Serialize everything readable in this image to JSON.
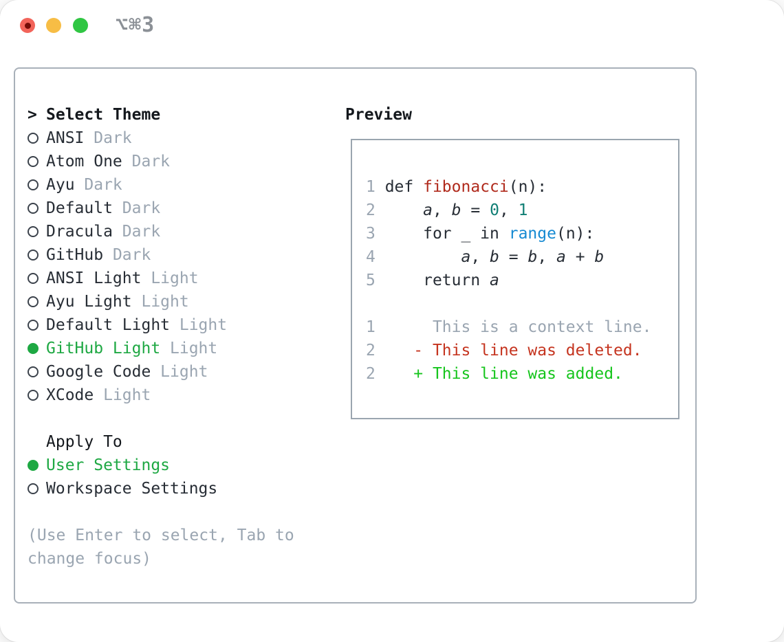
{
  "window": {
    "title_shortcut": "⌥⌘3"
  },
  "colors": {
    "ink": "#272d35",
    "hdr": "#14181d",
    "muted": "#9aa5b1",
    "ring": "#3b424b",
    "green": "#1ea843",
    "add": "#16c51d",
    "del": "#c5341f",
    "func": "#b02a1c",
    "lit": "#0f7e74",
    "call": "#168ad2",
    "tbar": "#8b9096",
    "pborder": "#a8b0b9",
    "prevborder": "#9aa5af",
    "lred": "#f2645a",
    "lreddot": "#750c07",
    "lyellow": "#f7bd45",
    "lgreen": "#30c643"
  },
  "theme_selector": {
    "prompt": ">",
    "header": "Select Theme",
    "items": [
      {
        "name": "ANSI",
        "variant": "Dark",
        "selected": false
      },
      {
        "name": "Atom One",
        "variant": "Dark",
        "selected": false
      },
      {
        "name": "Ayu",
        "variant": "Dark",
        "selected": false
      },
      {
        "name": "Default",
        "variant": "Dark",
        "selected": false
      },
      {
        "name": "Dracula",
        "variant": "Dark",
        "selected": false
      },
      {
        "name": "GitHub",
        "variant": "Dark",
        "selected": false
      },
      {
        "name": "ANSI Light",
        "variant": "Light",
        "selected": false
      },
      {
        "name": "Ayu Light",
        "variant": "Light",
        "selected": false
      },
      {
        "name": "Default Light",
        "variant": "Light",
        "selected": false
      },
      {
        "name": "GitHub Light",
        "variant": "Light",
        "selected": true
      },
      {
        "name": "Google Code",
        "variant": "Light",
        "selected": false
      },
      {
        "name": "XCode",
        "variant": "Light",
        "selected": false
      }
    ],
    "apply_to": {
      "header": "Apply To",
      "options": [
        {
          "label": "User Settings",
          "selected": true
        },
        {
          "label": "Workspace Settings",
          "selected": false
        }
      ]
    },
    "hint_lines": [
      "(Use Enter to select, Tab to",
      "change focus)"
    ]
  },
  "preview": {
    "header": "Preview",
    "lines": [
      {
        "num": "1",
        "segments": [
          {
            "t": " def ",
            "s": "p"
          },
          {
            "t": "fibonacci",
            "s": "fn"
          },
          {
            "t": "(n):",
            "s": "p"
          }
        ]
      },
      {
        "num": "2",
        "segments": [
          {
            "t": "     ",
            "s": "p"
          },
          {
            "t": "a",
            "s": "var"
          },
          {
            "t": ", ",
            "s": "p"
          },
          {
            "t": "b",
            "s": "var"
          },
          {
            "t": " = ",
            "s": "p"
          },
          {
            "t": "0",
            "s": "lit"
          },
          {
            "t": ", ",
            "s": "p"
          },
          {
            "t": "1",
            "s": "lit"
          }
        ]
      },
      {
        "num": "3",
        "segments": [
          {
            "t": "     for _ in ",
            "s": "p"
          },
          {
            "t": "range",
            "s": "call"
          },
          {
            "t": "(n):",
            "s": "p"
          }
        ]
      },
      {
        "num": "4",
        "segments": [
          {
            "t": "         ",
            "s": "p"
          },
          {
            "t": "a",
            "s": "var"
          },
          {
            "t": ", ",
            "s": "p"
          },
          {
            "t": "b",
            "s": "var"
          },
          {
            "t": " = ",
            "s": "p"
          },
          {
            "t": "b",
            "s": "var"
          },
          {
            "t": ", ",
            "s": "p"
          },
          {
            "t": "a",
            "s": "var"
          },
          {
            "t": " + ",
            "s": "p"
          },
          {
            "t": "b",
            "s": "var"
          }
        ]
      },
      {
        "num": "5",
        "segments": [
          {
            "t": "     return ",
            "s": "p"
          },
          {
            "t": "a",
            "s": "var"
          }
        ]
      },
      {
        "num": "",
        "segments": []
      },
      {
        "num": "1",
        "segments": [
          {
            "t": "      This is a context line.",
            "s": "ctx"
          }
        ]
      },
      {
        "num": "2",
        "segments": [
          {
            "t": "    - This line was deleted.",
            "s": "del"
          }
        ]
      },
      {
        "num": "2",
        "segments": [
          {
            "t": "    + This line was added.",
            "s": "add"
          }
        ]
      }
    ]
  }
}
